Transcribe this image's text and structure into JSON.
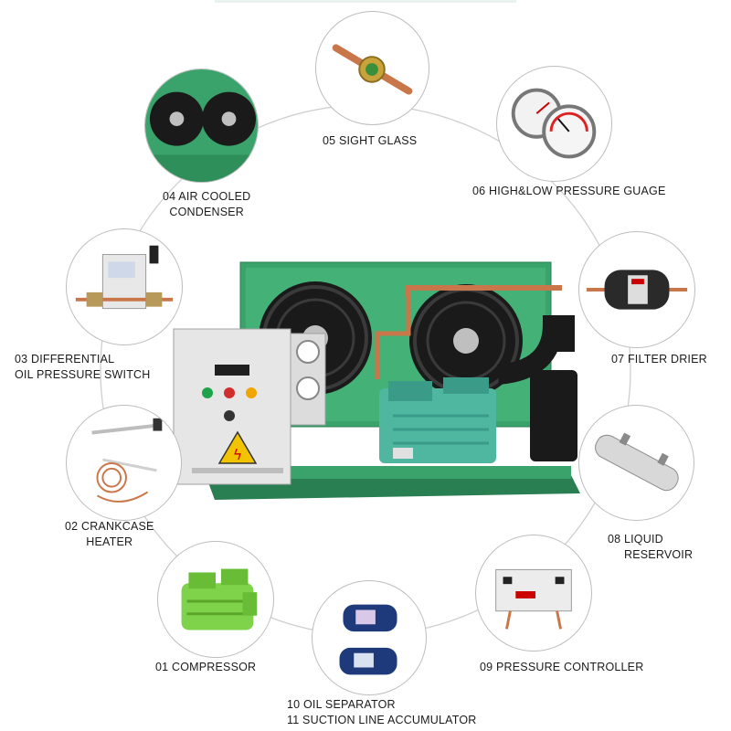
{
  "diagram": {
    "components": [
      {
        "id": "compressor",
        "lines": [
          "01 COMPRESSOR"
        ]
      },
      {
        "id": "crankcase-heater",
        "lines": [
          "02 CRANKCASE",
          "HEATER"
        ]
      },
      {
        "id": "oil-pressure",
        "lines": [
          "03 DIFFERENTIAL",
          "OIL PRESSURE SWITCH"
        ]
      },
      {
        "id": "condenser",
        "lines": [
          "04 AIR COOLED",
          "CONDENSER"
        ]
      },
      {
        "id": "sight-glass",
        "lines": [
          "05 SIGHT GLASS"
        ]
      },
      {
        "id": "pressure-gauge",
        "lines": [
          "06 HIGH&LOW PRESSURE GUAGE"
        ]
      },
      {
        "id": "filter-drier",
        "lines": [
          "07 FILTER DRIER"
        ]
      },
      {
        "id": "liquid-reservoir",
        "lines": [
          "08 LIQUID",
          "RESERVOIR"
        ]
      },
      {
        "id": "pressure-controller",
        "lines": [
          "09 PRESSURE CONTROLLER"
        ]
      },
      {
        "id": "separator",
        "lines": [
          "10 OIL SEPARATOR",
          "11 SUCTION LINE ACCUMULATOR"
        ]
      }
    ],
    "colors": {
      "unit_green": "#3aa36b",
      "dark_green": "#2a7f52",
      "fan_black": "#1a1a1a",
      "copper": "#c9774a",
      "control_box": "#e6e6e6",
      "warning_yellow": "#f2c400",
      "compressor_lime": "#7ed34a",
      "drier_blue": "#1f3a7a",
      "ring_line": "#cfcfcf"
    }
  }
}
